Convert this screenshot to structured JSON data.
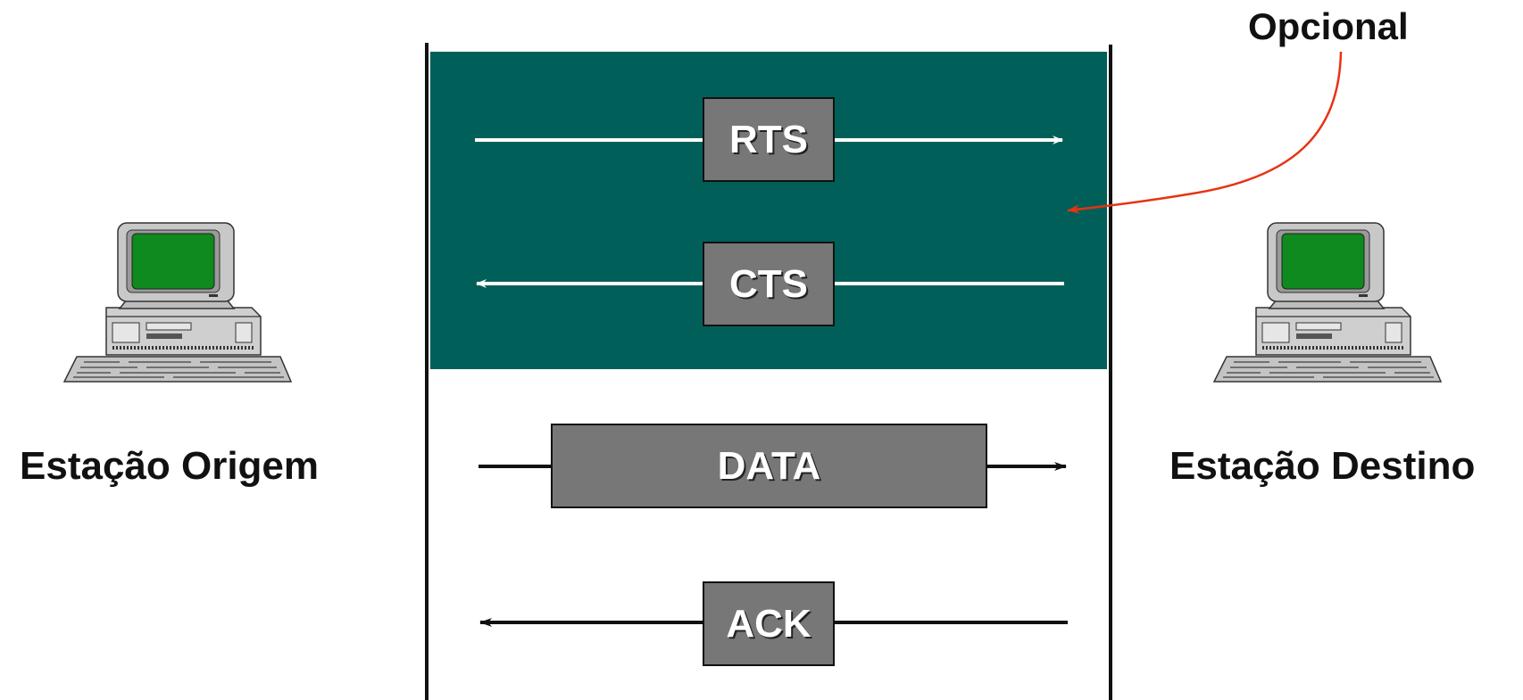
{
  "annotation": {
    "label": "Opcional",
    "color": "#e63312"
  },
  "stations": {
    "source": {
      "label": "Estação Origem",
      "icon": "computer-icon"
    },
    "destination": {
      "label": "Estação Destino",
      "icon": "computer-icon"
    }
  },
  "region": {
    "color": "#006059"
  },
  "messages": [
    {
      "label": "RTS",
      "direction": "right",
      "line_color": "#ffffff"
    },
    {
      "label": "CTS",
      "direction": "left",
      "line_color": "#ffffff"
    },
    {
      "label": "DATA",
      "direction": "right",
      "line_color": "#111111"
    },
    {
      "label": "ACK",
      "direction": "left",
      "line_color": "#111111"
    }
  ]
}
